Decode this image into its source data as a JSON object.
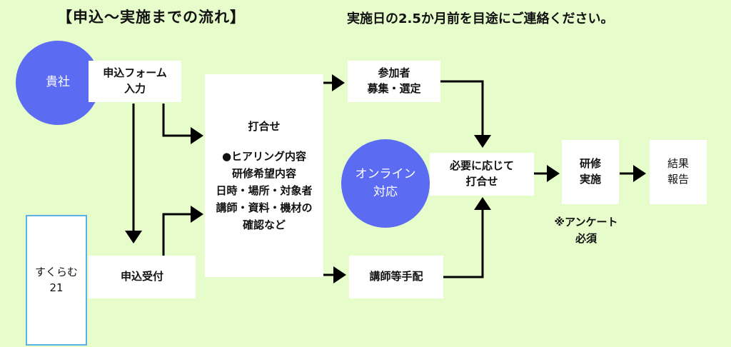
{
  "title": "【申込〜実施までの流れ】",
  "note": "実施日の2.5か月前を目途にご連絡ください。",
  "nodes": {
    "company": "貴社",
    "form": [
      "申込フォーム",
      "入力"
    ],
    "sukuramu": [
      "すくらむ",
      "21"
    ],
    "reception": "申込受付",
    "meeting": [
      "打合せ",
      "",
      "●ヒアリング内容",
      "研修希望内容",
      "日時・場所・対象者",
      "講師・資料・機材の",
      "確認など"
    ],
    "participants": [
      "参加者",
      "募集・選定"
    ],
    "online": [
      "オンライン",
      "対応"
    ],
    "as_needed": [
      "必要に応じて",
      "打合せ"
    ],
    "instructor": "講師等手配",
    "training": [
      "研修",
      "実施"
    ],
    "report": [
      "結果",
      "報告"
    ],
    "survey": [
      "※アンケート",
      "必須"
    ]
  },
  "colors": {
    "background": "#e6fcca",
    "circle": "#5b6cf3",
    "box": "#ffffff",
    "outline": "#5ab3e2",
    "arrow": "#000000"
  }
}
